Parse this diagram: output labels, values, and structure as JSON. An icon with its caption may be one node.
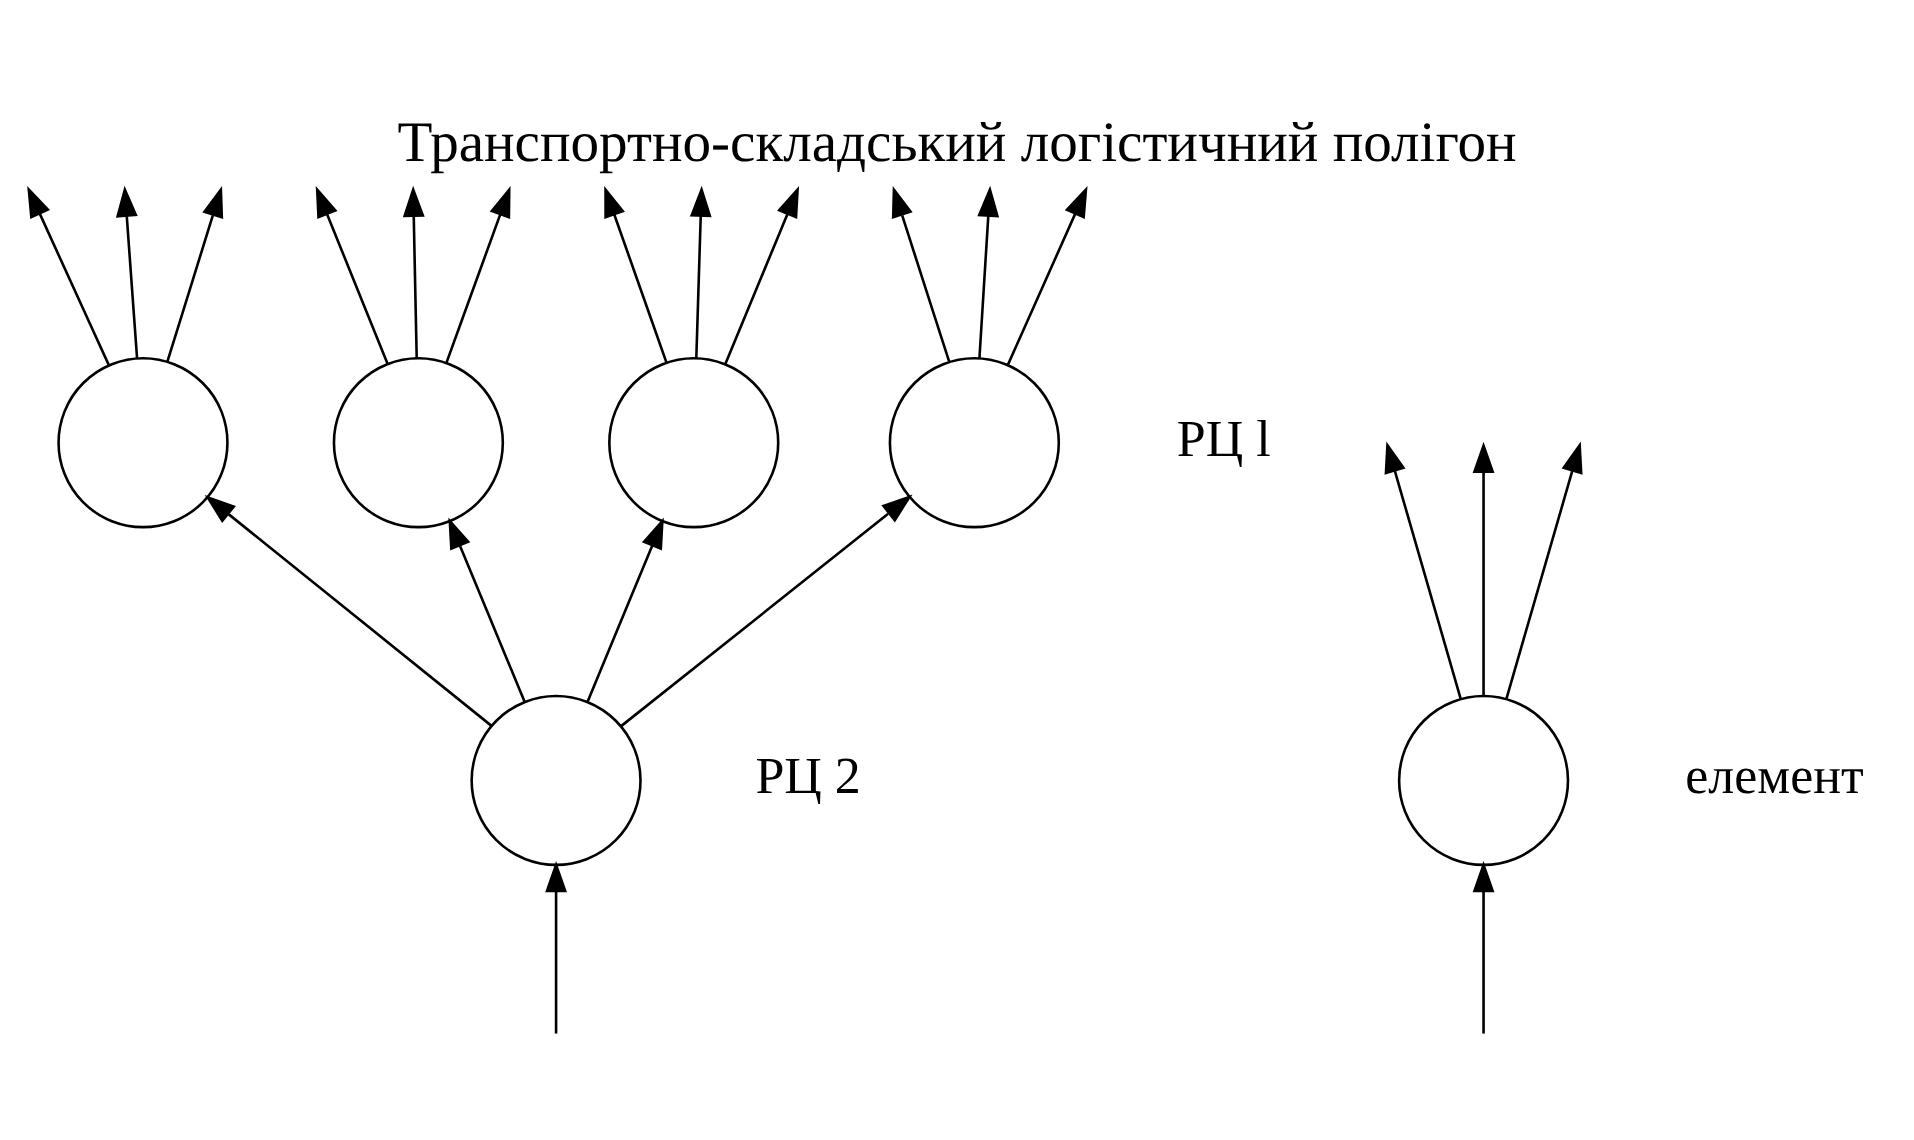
{
  "diagram": {
    "title": "Транспортно-складський логістичний полігон",
    "nodes": [
      {
        "text": [],
        "shape": "circle"
      },
      {
        "text": [],
        "shape": "circle"
      },
      {
        "text": [],
        "shape": "circle"
      },
      {
        "text": [],
        "shape": "circle",
        "beside": [
          "РЦ l"
        ]
      },
      {
        "text": [],
        "shape": "circle",
        "beside": [
          "РЦ 2"
        ]
      },
      {
        "text": [],
        "shape": "circle",
        "beside": [
          "елемент"
        ]
      }
    ],
    "edges": [
      {
        "from": 4,
        "to": 0,
        "arrow": "to"
      },
      {
        "from": 4,
        "to": 1,
        "arrow": "to"
      },
      {
        "from": 4,
        "to": 2,
        "arrow": "to"
      },
      {
        "from": 4,
        "to": 3,
        "arrow": "to"
      },
      {
        "from": 0,
        "to": null,
        "arrow": "to"
      },
      {
        "from": 0,
        "to": null,
        "arrow": "to"
      },
      {
        "from": 0,
        "to": null,
        "arrow": "to"
      },
      {
        "from": 1,
        "to": null,
        "arrow": "to"
      },
      {
        "from": 1,
        "to": null,
        "arrow": "to"
      },
      {
        "from": 1,
        "to": null,
        "arrow": "to"
      },
      {
        "from": 2,
        "to": null,
        "arrow": "to"
      },
      {
        "from": 2,
        "to": null,
        "arrow": "to"
      },
      {
        "from": 2,
        "to": null,
        "arrow": "to"
      },
      {
        "from": 3,
        "to": null,
        "arrow": "to"
      },
      {
        "from": 3,
        "to": null,
        "arrow": "to"
      },
      {
        "from": 3,
        "to": null,
        "arrow": "to"
      },
      {
        "from": null,
        "to": 4,
        "arrow": "to"
      },
      {
        "from": 5,
        "to": null,
        "arrow": "to"
      },
      {
        "from": 5,
        "to": null,
        "arrow": "to"
      },
      {
        "from": 5,
        "to": null,
        "arrow": "to"
      },
      {
        "from": null,
        "to": 5,
        "arrow": "to"
      }
    ]
  }
}
